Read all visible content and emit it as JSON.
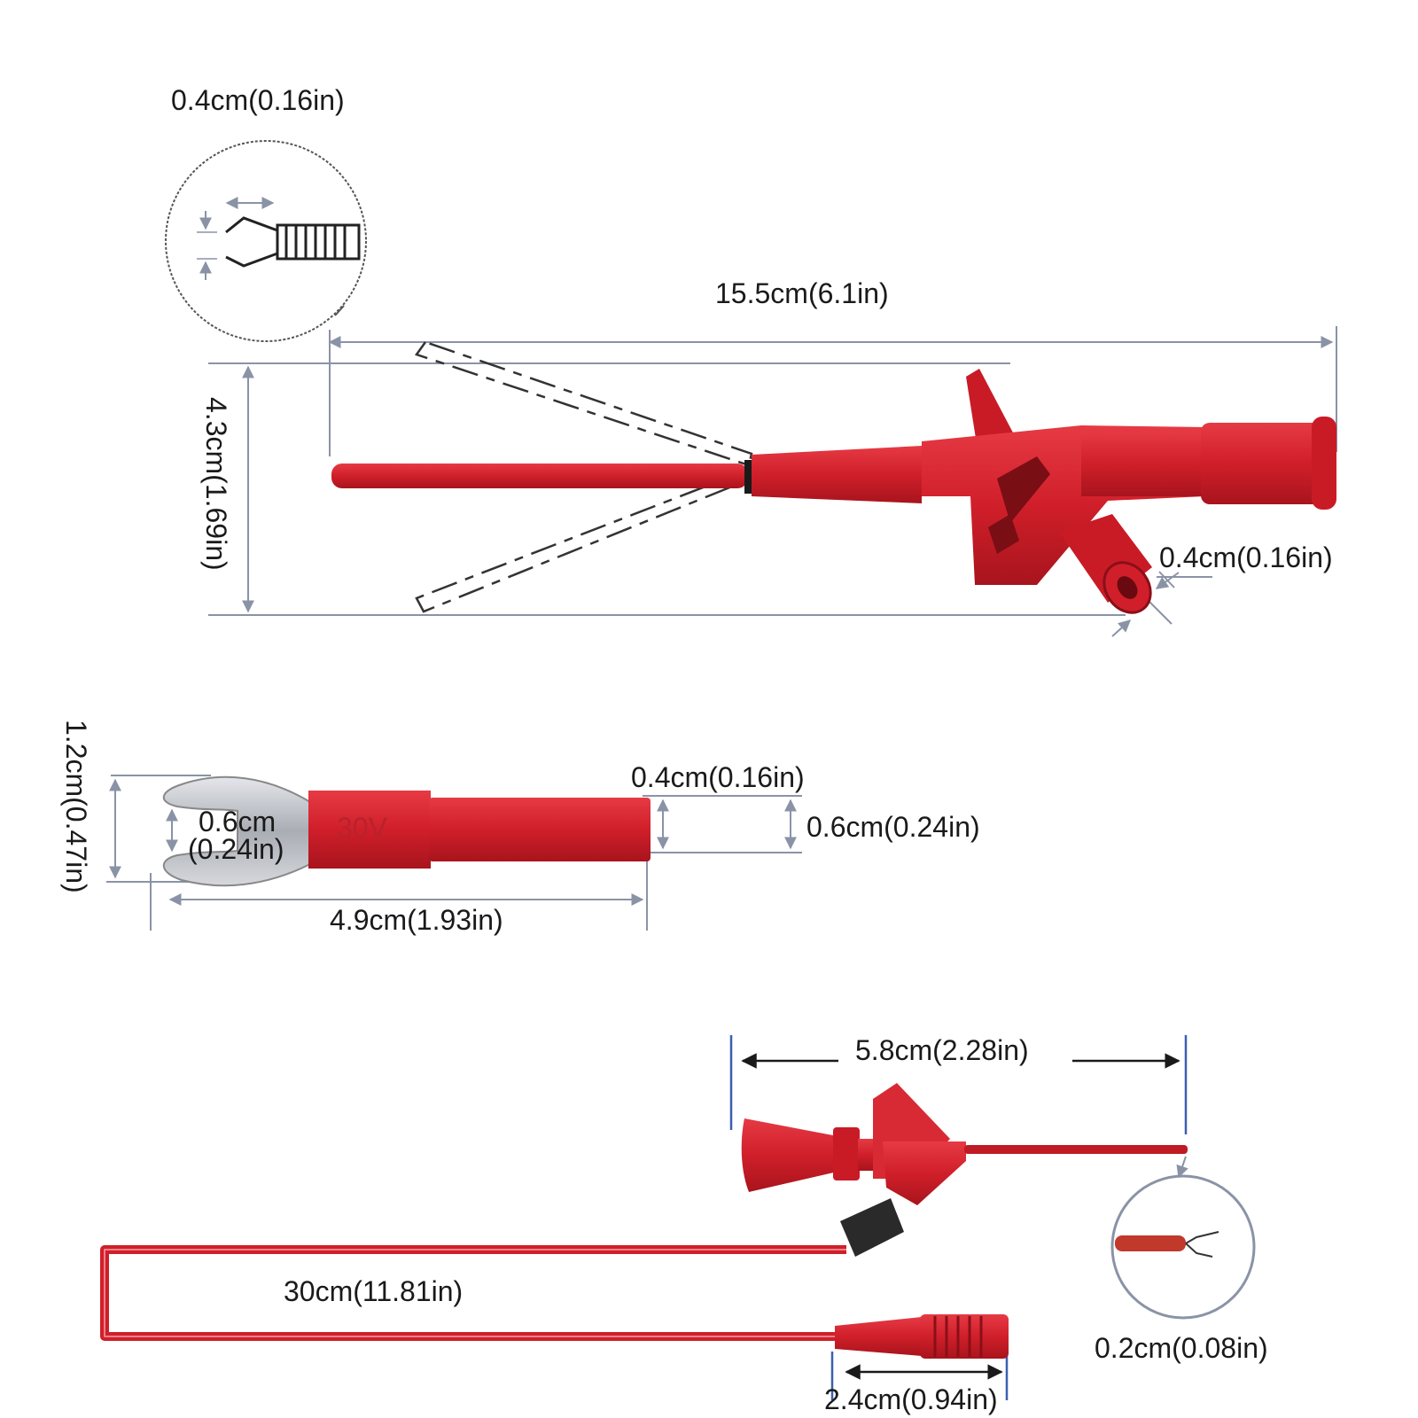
{
  "labels": {
    "clip_tip_width": "0.4cm(0.16in)",
    "probe_length": "15.5cm(6.1in)",
    "probe_height": "4.3cm(1.69in)",
    "socket_diameter": "0.4cm(0.16in)",
    "spade_height": "1.2cm(0.47in)",
    "spade_inner_line1": "0.6cm",
    "spade_inner_line2": "(0.24in)",
    "spade_socket": "0.4cm(0.16in)",
    "spade_body_dia": "0.6cm(0.24in)",
    "spade_length": "4.9cm(1.93in)",
    "mini_probe_length": "5.8cm(2.28in)",
    "cable_length": "30cm(11.81in)",
    "hook_size": "0.2cm(0.08in)",
    "plug_length": "2.4cm(0.94in)",
    "spade_marking": "30V"
  },
  "colors": {
    "red": "#d01f2a",
    "dark_red": "#a8141d",
    "dim_line": "#8a93a6",
    "metal": "#b9bcc2",
    "dark": "#2a2a2a",
    "blue_marker": "#3b5fb0"
  }
}
